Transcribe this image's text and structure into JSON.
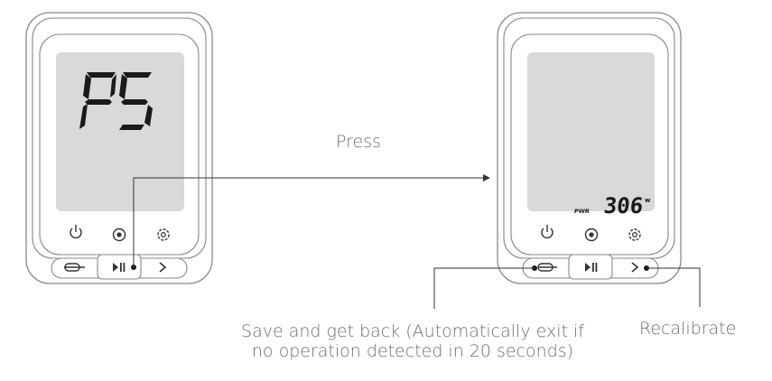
{
  "left_device": {
    "screen_text": "P5",
    "buttons": {
      "power_icon": "power-icon",
      "center_icon": "record-icon",
      "settings_icon": "gear-icon"
    },
    "bottom_buttons": {
      "left_icon": "back-icon",
      "middle_icon": "play-pause-icon",
      "right_icon": "next-icon"
    }
  },
  "right_device": {
    "screen_label": "PWR",
    "screen_value": "306",
    "screen_unit": "w",
    "buttons": {
      "power_icon": "power-icon",
      "center_icon": "record-icon",
      "settings_icon": "gear-icon"
    },
    "bottom_buttons": {
      "left_icon": "back-icon",
      "middle_icon": "play-pause-icon",
      "right_icon": "next-icon"
    }
  },
  "annotations": {
    "press": "Press",
    "save_line1": "Save and get back (Automatically exit if",
    "save_line2": "no operation detected in 20 seconds)",
    "recalibrate": "Recalibrate"
  },
  "colors": {
    "outline": "#7a7a7a",
    "screen": "#d9d9d9",
    "text": "#6e6e6e",
    "segment": "#1a1a1a"
  }
}
